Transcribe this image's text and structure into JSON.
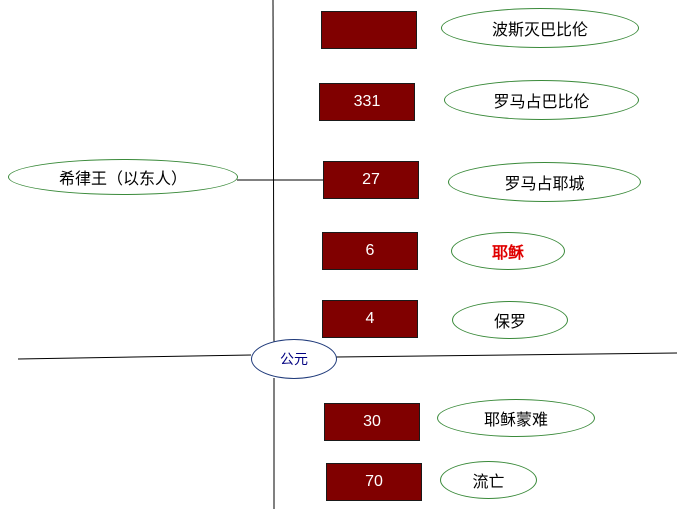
{
  "axis_label": "公元",
  "side_label": "希律王（以东人）",
  "events": [
    {
      "year": "",
      "label": "波斯灭巴比伦"
    },
    {
      "year": "331",
      "label": "罗马占巴比伦"
    },
    {
      "year": "27",
      "label": "罗马占耶城"
    },
    {
      "year": "6",
      "label": "耶稣"
    },
    {
      "year": "4",
      "label": "保罗"
    },
    {
      "year": "30",
      "label": "耶稣蒙难"
    },
    {
      "year": "70",
      "label": "流亡"
    }
  ],
  "colors": {
    "box": "#800000",
    "ellipse_border": "#3a8a3a",
    "highlight_text": "#e00000",
    "axis_text": "#000080"
  }
}
